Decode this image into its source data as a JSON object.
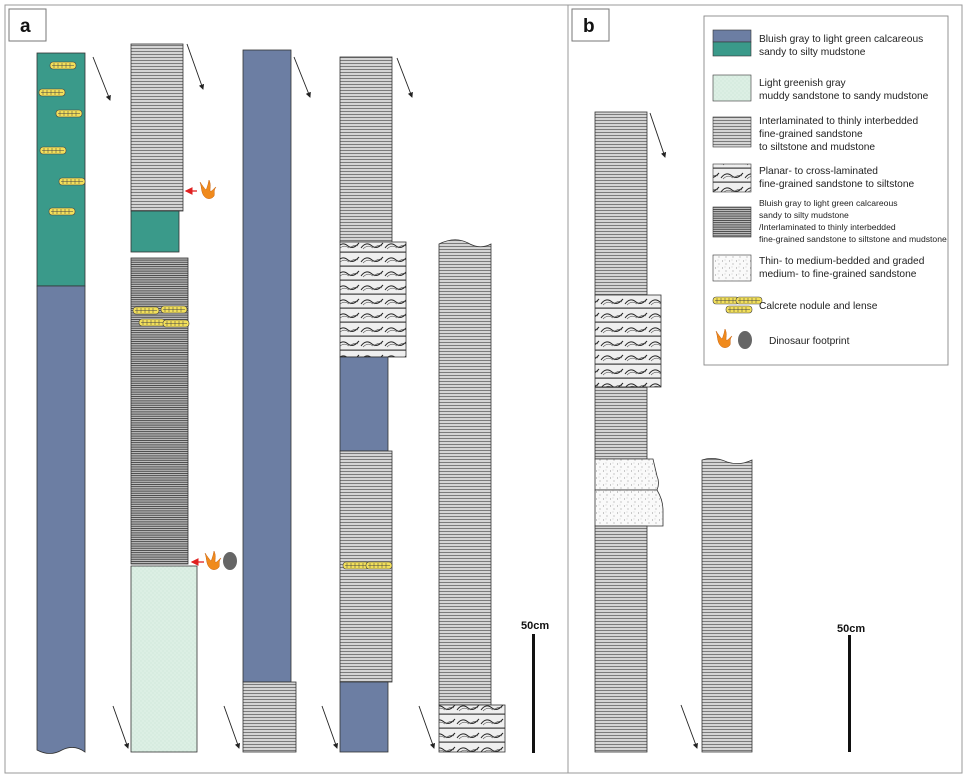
{
  "panels": {
    "a": "a",
    "b": "b"
  },
  "scale_bars": {
    "a": "50cm",
    "b": "50cm"
  },
  "legend": {
    "items": [
      {
        "key": "mudstone",
        "lines": [
          "Bluish gray to light green calcareous",
          "sandy to silty mudstone"
        ]
      },
      {
        "key": "muddy-sandstone",
        "lines": [
          "Light greenish gray",
          "muddy sandstone to sandy mudstone"
        ]
      },
      {
        "key": "interlaminated",
        "lines": [
          "Interlaminated to thinly interbedded",
          "fine-grained sandstone",
          "to siltstone and mudstone"
        ]
      },
      {
        "key": "cross-laminated",
        "lines": [
          "Planar- to cross-laminated",
          "fine-grained sandstone to siltstone"
        ]
      },
      {
        "key": "mixed",
        "lines": [
          "Bluish gray to light green calcareous",
          "sandy to silty mudstone",
          "/Interlaminated to thinly interbedded",
          "fine-grained sandstone to siltstone and mudstone"
        ]
      },
      {
        "key": "graded-sandstone",
        "lines": [
          "Thin- to medium-bedded and graded",
          "medium- to fine-grained sandstone"
        ]
      },
      {
        "key": "calcrete",
        "lines": [
          "Calcrete nodule and lense"
        ]
      },
      {
        "key": "footprint",
        "lines": [
          "Dinosaur footprint"
        ]
      }
    ]
  },
  "colors": {
    "blue_gray": "#6c7ea3",
    "green": "#3a9a8a",
    "light_green": "#dcefe4",
    "calcrete": "#f2df5a",
    "footprint": "#f08a1c",
    "footprint_oval": "#666666",
    "arrow_red": "#e02020"
  }
}
